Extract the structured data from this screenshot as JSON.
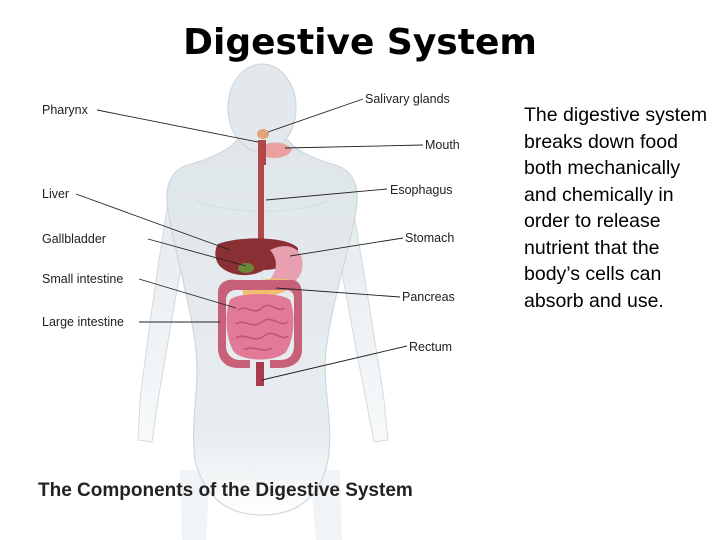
{
  "title": "Digestive System",
  "description": "The digestive system breaks down food both mechanically and chemically in order to release nutrient that the body’s cells can absorb and use.",
  "diagram": {
    "caption": "The Components of the Digestive System",
    "labels": {
      "pharynx": "Pharynx",
      "liver": "Liver",
      "gallbladder": "Gallbladder",
      "small_intestine": "Small intestine",
      "large_intestine": "Large intestine",
      "salivary_glands": "Salivary glands",
      "mouth": "Mouth",
      "esophagus": "Esophagus",
      "stomach": "Stomach",
      "pancreas": "Pancreas",
      "rectum": "Rectum"
    }
  }
}
